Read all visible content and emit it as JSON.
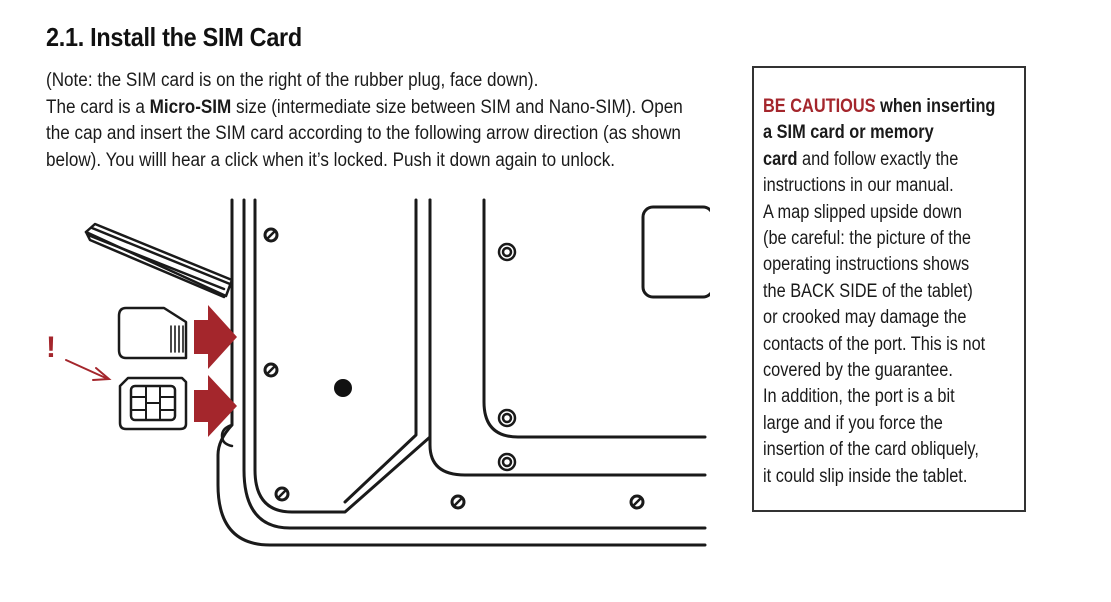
{
  "heading": "2.1. Install the SIM Card",
  "intro": {
    "line1": "(Note: the SIM card is on the right of the rubber plug, face down).",
    "line2_pre": "The card is a ",
    "line2_bold": "Micro-SIM",
    "line2_post": " size (intermediate size between SIM and Nano-SIM). Open",
    "line3": "the cap and insert the SIM card according to the following arrow direction (as shown",
    "line4": "below). You willl hear a click when it’s locked. Push it down again to unlock."
  },
  "figure": {
    "warning_mark": "!"
  },
  "caution": {
    "red_label": "BE CAUTIOUS",
    "l1_bold": " when inserting",
    "l2_bold": "a SIM card or memory",
    "l3_bold": "card",
    "l3_rest": " and follow exactly the",
    "lines": [
      "instructions in our manual.",
      "A map slipped upside down",
      "(be careful: the picture of the",
      "operating instructions shows",
      "the BACK SIDE of the tablet)",
      "or crooked may damage the",
      "contacts of the port. This is not",
      "covered by the guarantee.",
      "In addition, the port is a bit",
      "large and if you force the",
      "insertion of the card obliquely,",
      "it could slip inside the tablet."
    ]
  },
  "colors": {
    "accent_red": "#a4262c",
    "ink": "#1a1a1a"
  }
}
